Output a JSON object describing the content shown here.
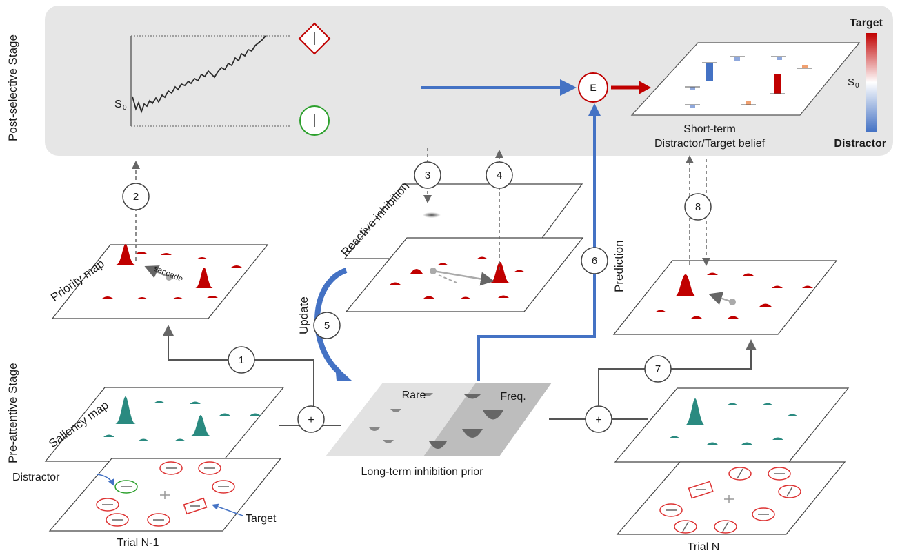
{
  "stages": {
    "post_selective": "Post-selective Stage",
    "pre_attentive": "Pre-attentive Stage"
  },
  "labels": {
    "s0_left": "S",
    "s0_left_sub": "0",
    "s0_right": "S",
    "s0_right_sub": "0",
    "evidence": "E",
    "short_term_line1": "Short-term",
    "short_term_line2": "Distractor/Target belief",
    "colorbar_top": "Target",
    "colorbar_bottom": "Distractor",
    "reactive_inhibition": "Reactive inhibition",
    "priority_map": "Priority map",
    "saccade": "saccade",
    "saliency_map": "Saliency map",
    "update": "Update",
    "prediction": "Prediction",
    "rare": "Rare",
    "freq": "Freq.",
    "long_term_prior": "Long-term inhibition prior",
    "distractor": "Distractor",
    "target": "Target",
    "trial_prev": "Trial N-1",
    "trial_next": "Trial N",
    "plus": "+"
  },
  "steps": [
    "1",
    "2",
    "3",
    "4",
    "5",
    "6",
    "7",
    "8"
  ],
  "colors": {
    "target_red": "#c00000",
    "distractor_blue": "#4472c4",
    "teal": "#2a8a80",
    "panel_gray": "#e6e6e6",
    "green": "#2ca02c"
  }
}
